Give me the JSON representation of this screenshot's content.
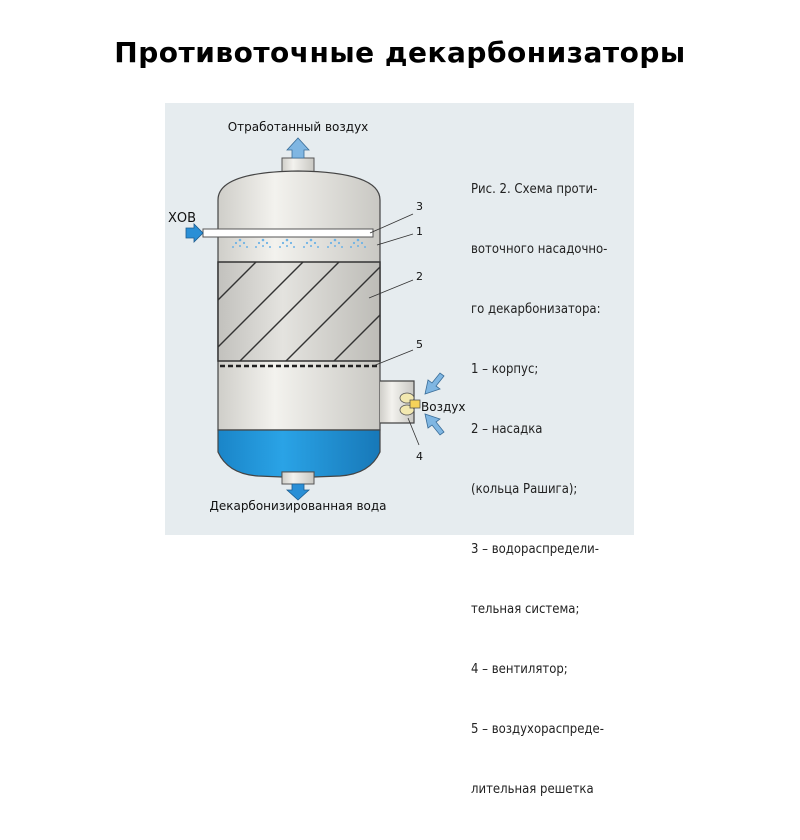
{
  "title": "Противоточные декарбонизаторы",
  "diagram": {
    "labels": {
      "exhaust_air": "Отработанный воздух",
      "hov": "ХОВ",
      "decarb_water": "Декарбонизированная вода",
      "air": "Воздух"
    },
    "callouts": {
      "shell": "1",
      "packing": "2",
      "distribution": "3",
      "fan": "4",
      "grid": "5"
    },
    "caption_lines": [
      "Рис. 2. Схема проти-",
      "воточного насадочно-",
      "го декарбонизатора:",
      "1 – корпус;",
      "2 – насадка",
      "(кольца Рашига);",
      "3 – водораспредели-",
      "тельная система;",
      "4 – вентилятор;",
      "5 – воздухораспреде-",
      "лительная решетка"
    ],
    "colors": {
      "background": "#e6ecef",
      "vessel": "#e9e8e4",
      "water": "#1e96dc",
      "arrow": "#7fb6e2"
    }
  }
}
